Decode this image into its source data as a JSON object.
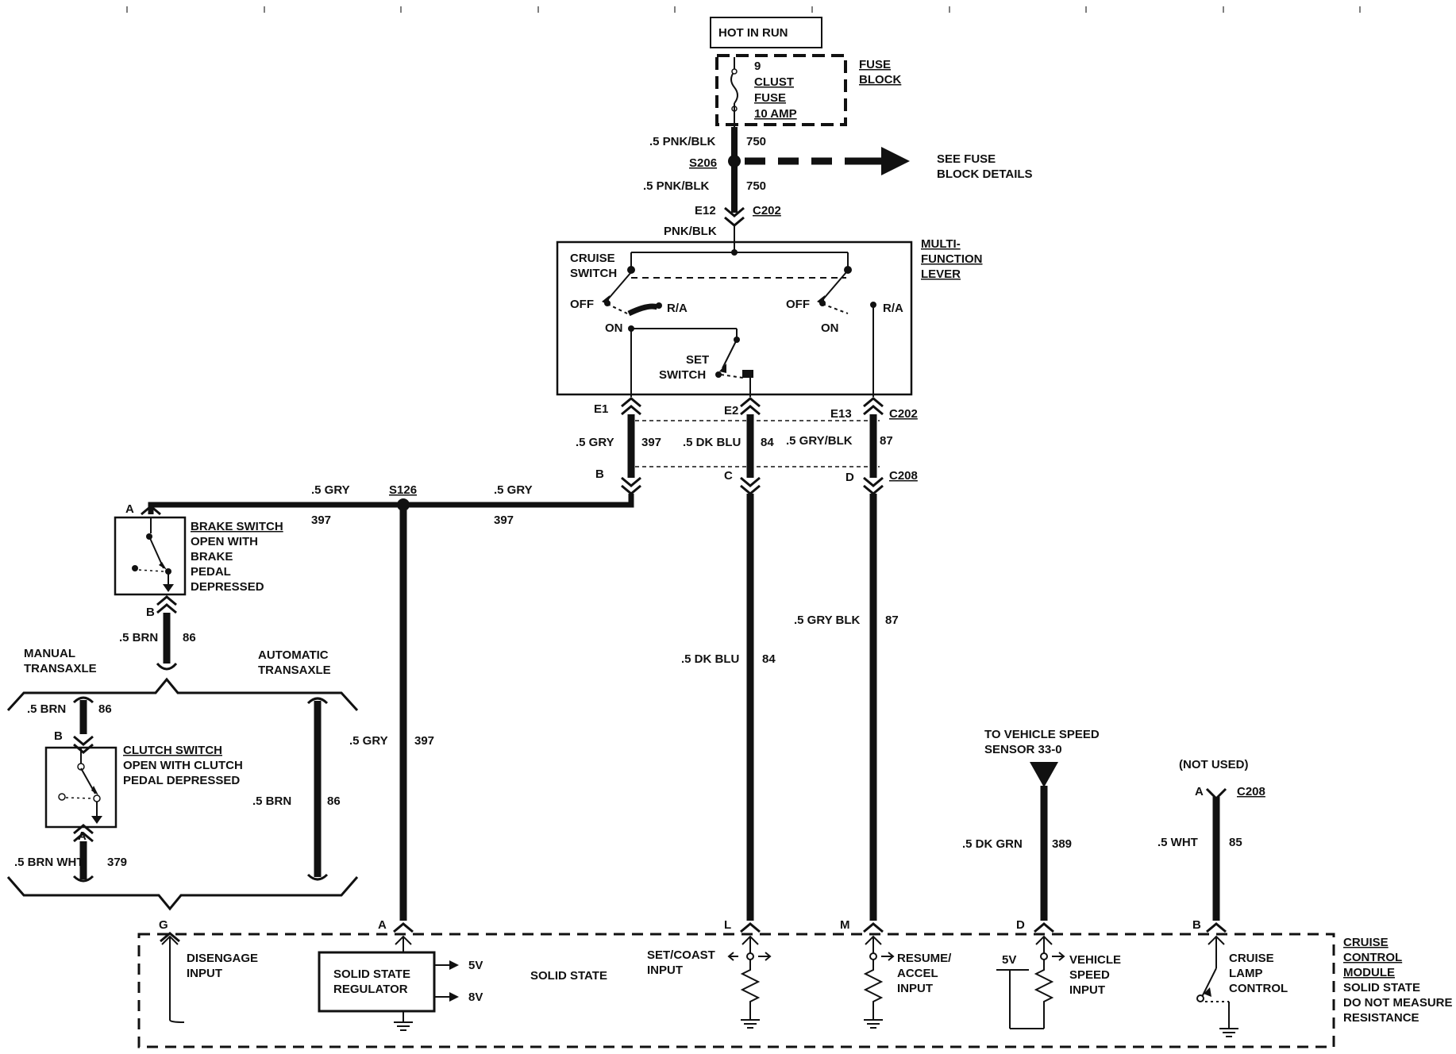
{
  "power": {
    "hot_label": "HOT IN RUN",
    "fuse_block_label": [
      "FUSE",
      "BLOCK"
    ],
    "fuse_lines": [
      "9",
      "CLUST",
      "FUSE",
      "10 AMP"
    ],
    "see_fuse_details": [
      "SEE FUSE",
      "BLOCK DETAILS"
    ]
  },
  "feed": {
    "wire_top_color": ".5 PNK/BLK",
    "wire_top_circuit": "750",
    "splice": "S206",
    "wire_mid_color": ".5 PNK/BLK",
    "wire_mid_circuit": "750",
    "pin": "E12",
    "connector": "C202",
    "lever_feed": "PNK/BLK"
  },
  "lever": {
    "title": [
      "MULTI-",
      "FUNCTION",
      "LEVER"
    ],
    "cruise_switch": [
      "CRUISE",
      "SWITCH"
    ],
    "off_left": "OFF",
    "ra_left": "R/A",
    "on_left": "ON",
    "off_right": "OFF",
    "ra_right": "R/A",
    "on_right": "ON",
    "set_switch": [
      "SET",
      "SWITCH"
    ]
  },
  "upper_connectors": {
    "e1": "E1",
    "e2": "E2",
    "e13": "E13",
    "c202": "C202",
    "w1_color": ".5 GRY",
    "w1_circuit": "397",
    "w2_color": ".5 DK BLU",
    "w2_circuit": "84",
    "w3_color": ".5 GRY/BLK",
    "w3_circuit": "87",
    "b": "B",
    "c": "C",
    "d": "D",
    "c208": "C208"
  },
  "gray_bus": {
    "left_color": ".5 GRY",
    "left_circuit": "397",
    "splice": "S126",
    "right_color": ".5 GRY",
    "right_circuit": "397"
  },
  "brake": {
    "pin_a": "A",
    "title": "BRAKE SWITCH",
    "desc": [
      "OPEN WITH",
      "BRAKE",
      "PEDAL",
      "DEPRESSED"
    ],
    "pin_b": "B",
    "wire_color": ".5 BRN",
    "wire_circuit": "86"
  },
  "transaxle": {
    "manual": [
      "MANUAL",
      "TRANSAXLE"
    ],
    "automatic": [
      "AUTOMATIC",
      "TRANSAXLE"
    ],
    "manual_wire_color": ".5 BRN",
    "manual_wire_circuit": "86",
    "auto_wire_color": ".5 BRN",
    "auto_wire_circuit": "86"
  },
  "clutch": {
    "pin_b": "B",
    "title": "CLUTCH SWITCH",
    "desc": [
      "OPEN WITH CLUTCH",
      "PEDAL DEPRESSED"
    ],
    "pin_a": "A",
    "wire_color": ".5 BRN WHT",
    "wire_circuit": "379"
  },
  "long_wires": {
    "gray_color": ".5 GRY",
    "gray_circuit": "397",
    "dkblu_color": ".5 DK BLU",
    "dkblu_circuit": "84",
    "grayblk_color": ".5 GRY BLK",
    "grayblk_circuit": "87"
  },
  "speed_sensor": {
    "label": [
      "TO VEHICLE SPEED",
      "SENSOR 33-0"
    ],
    "wire_color": ".5 DK GRN",
    "wire_circuit": "389"
  },
  "not_used": {
    "label": "(NOT USED)",
    "pin": "A",
    "connector": "C208",
    "wire_color": ".5 WHT",
    "wire_circuit": "85"
  },
  "module": {
    "pin_g": "G",
    "pin_a": "A",
    "pin_l": "L",
    "pin_m": "M",
    "pin_d": "D",
    "pin_b": "B",
    "disengage": [
      "DISENGAGE",
      "INPUT"
    ],
    "regulator": [
      "SOLID  STATE",
      "REGULATOR"
    ],
    "out_5v": "5V",
    "out_8v": "8V",
    "solid_state": "SOLID  STATE",
    "set_coast": [
      "SET/COAST",
      "INPUT"
    ],
    "resume": [
      "RESUME/",
      "ACCEL",
      "INPUT"
    ],
    "vss_5v": "5V",
    "vss": [
      "VEHICLE",
      "SPEED",
      "INPUT"
    ],
    "lamp": [
      "CRUISE",
      "LAMP",
      "CONTROL"
    ],
    "title": [
      "CRUISE",
      "CONTROL",
      "MODULE"
    ],
    "note": [
      "SOLID STATE",
      "DO NOT MEASURE",
      "RESISTANCE"
    ]
  }
}
